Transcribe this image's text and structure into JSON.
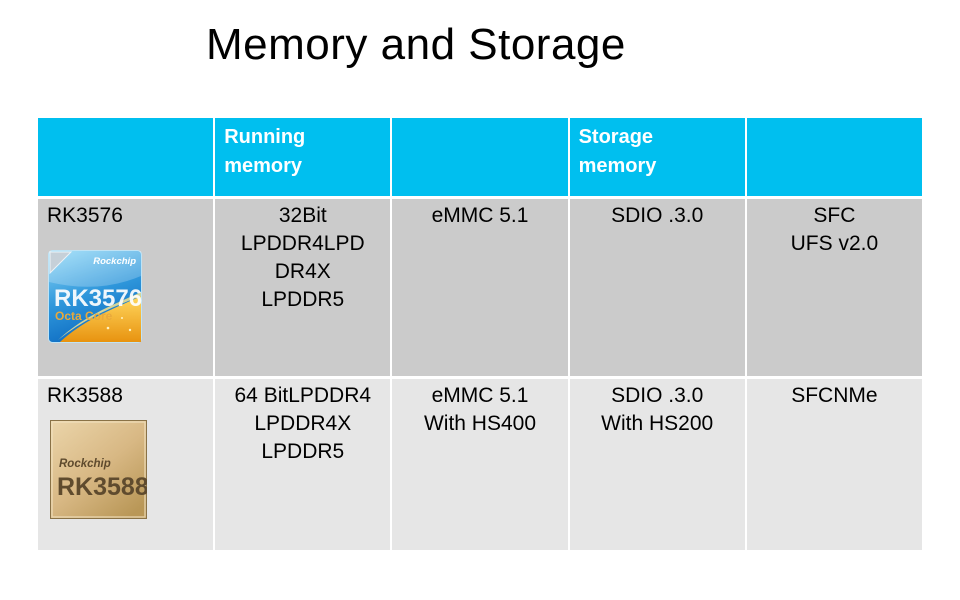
{
  "title": "Memory and Storage",
  "colors": {
    "header_bg": "#00BFEF",
    "header_text": "#FFFFFF",
    "row1_bg": "#CBCBCB",
    "row2_bg": "#E6E6E6",
    "body_text": "#000000",
    "chip3576_blue_top": "#8FD9F8",
    "chip3576_blue_bottom": "#0E6CC2",
    "chip3576_gold_top": "#FFD75E",
    "chip3576_gold_bottom": "#E89310",
    "chip3576_corner": "#C6D0D8",
    "chip3576_subtitle_text": "#E8A93C",
    "chip3588_gold_light": "#EBD5AA",
    "chip3588_gold_mid": "#D8B884",
    "chip3588_gold_dark": "#B99757",
    "chip3588_text": "#5F4B2E"
  },
  "table": {
    "headers": [
      "",
      "Running\nmemory",
      "",
      "Storage\nmemory",
      ""
    ],
    "rows": [
      {
        "name": "RK3576",
        "cells": [
          "32Bit\nLPDDR4LPD\nDR4X\nLPDDR5",
          "eMMC 5.1",
          "SDIO .3.0",
          "SFC\nUFS v2.0"
        ]
      },
      {
        "name": "RK3588",
        "cells": [
          "64 BitLPDDR4\nLPDDR4X\nLPDDR5",
          "eMMC 5.1\nWith HS400",
          "SDIO .3.0\nWith HS200",
          "SFCNMe"
        ]
      }
    ]
  },
  "chips": {
    "rk3576": {
      "brand": "Rockchip",
      "model": "RK3576",
      "subtitle": "Octa Core"
    },
    "rk3588": {
      "brand": "Rockchip",
      "model": "RK3588"
    }
  }
}
